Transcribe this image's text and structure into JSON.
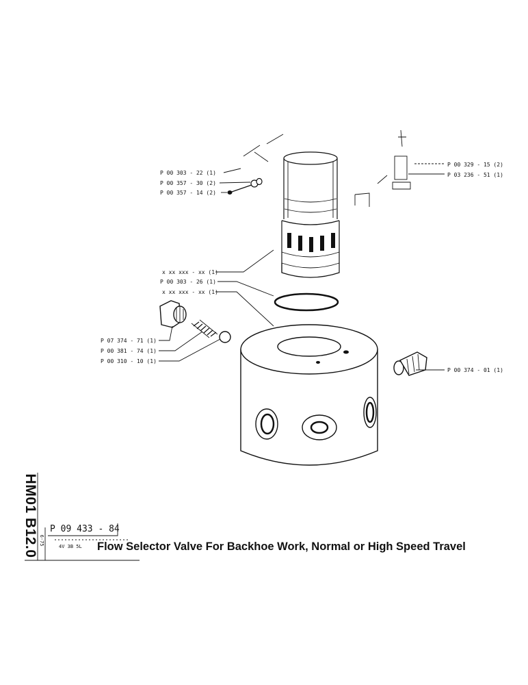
{
  "labels": {
    "left": [
      "P 00 303 - 22 (1)",
      "P 00 357 - 30 (2)",
      "P 00 357 - 14 (2)",
      "x xx xxx - xx (1)",
      "P 00 303 - 26 (1)",
      "x xx xxx - xx (1)",
      "P 07 374 - 71 (1)",
      "P 00 381 - 74 (1)",
      "P 00 310 - 10 (1)"
    ],
    "right": [
      "P 00 329 - 15 (2)",
      "P 03 236 - 51 (1)",
      "P 00 374 - 01 (1)"
    ]
  },
  "title_block": {
    "page_code": "HM01 B12.0",
    "part_number": "P 09 433 - 84",
    "date": "6-75",
    "models": "4V  3B  5L",
    "title": "Flow Selector Valve For Backhoe Work, Normal or  High Speed Travel"
  }
}
